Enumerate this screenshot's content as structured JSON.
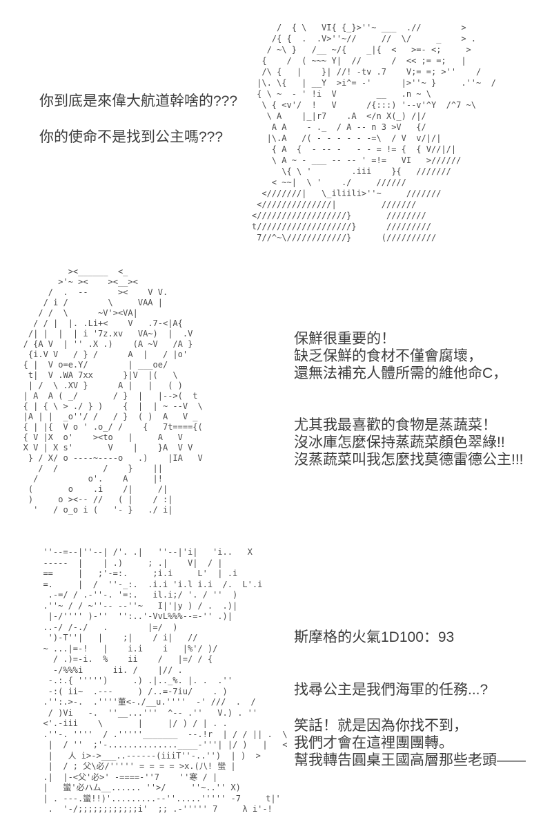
{
  "colors": {
    "background": "#ffffff",
    "dialogue_text": "#3d3d3d",
    "ascii_art": "#4a4a4a"
  },
  "dialogue": {
    "top_left": {
      "lines": [
        "你到底是來偉大航道幹啥的???",
        "你的使命不是找到公主嗎???"
      ]
    },
    "freshness": {
      "lines": [
        "保鮮很重要的！",
        "缺乏保鮮的食材不僅會腐壞，",
        "還無法補充人體所需的維他命C，"
      ]
    },
    "veggie": {
      "lines": [
        "尤其我最喜歡的食物是蒸蔬菜！",
        "沒冰庫怎麼保持蒸蔬菜顏色翠綠!!",
        "沒蒸蔬菜叫我怎麼找莫德雷德公主!!!"
      ]
    },
    "dice_roll": "斯摩格的火氣1D100：93",
    "question": "找尋公主是我們海軍的任務...?",
    "reply": {
      "lines": [
        "笑話！就是因為你找不到，",
        "我們才會在這裡團團轉。",
        "幫我轉告圓桌王國高層那些老頭——"
      ]
    }
  },
  "ascii_art": {
    "smoker": {
      "lines": [
        "         /  { \\   VI{ {_}>''~ ___  .//        >",
        "        /{ {  .  .V>''~//     //  \\/     _    > .",
        "       / ~\\ }   /__ ~/{    _|{  <   >=- <;     >",
        "      {    /  ( ~~~ Y|  //      /  << ;= =;   |",
        "      /\\ {   |    }| //! -tv .7    V;= =; >''    /",
        "     |\\. \\{   | __Y  >i^= -'      |>''~ }     .''~  /",
        "     { \\ ~  - ' !i  V        __   .n ~ \\",
        "      \\ { <v'/  !   V      /{:::) '--v'^Y  /^7 ~\\",
        "       \\ A    |_|r7    .A  </n X(_) /|/",
        "        A A    - ._  / A -- n 3 >V   {/",
        "       |\\.A   /( - - - - - -=\\  / V  v/|/|",
        "        { A  {  - -- -   - - = != {  { V//|/|",
        "        \\ A ~ - ___ -- -- ' =!=   VI   >//////",
        "          \\{ \\ '        .iii    }{   ///////",
        "        < ~~|  \\ '    ./     //////",
        "      <///////|   \\_iliili>''~     ///////",
        "     <//////////////|         ///////",
        "    <//////////////////}       ////////",
        "    t///////////////////}      /////////",
        "     7//^~\\////////////}      (//////////"
      ]
    },
    "princess": {
      "lines": [
        "            ><______  <_",
        "          >'~ ><    ><__><",
        "        /  .  --      ><    V V.",
        "       / i /        \\     VAA |",
        "      / /  \\      ~V'><VA|",
        "     / / |  |. .Li+<    V   .7-<|A{",
        "    /| |  |  | i '7z.xv   VA~)  |  .V",
        "   / {A V  | '' .X .)    (A ~V   /A }",
        "    {i.V V   / } /      A  |   / |o'",
        "   { |  V o=e.Y/        | ___oe/",
        "    t|  V .WA 7xx      }|V  |(   \\",
        "    | /  \\ .XV }      A |   |   ( )",
        "   | A  A ( _/       / }  |   |-->(  t",
        "   { | { \\ > ./ } )    {  |  | ~ --V  \\",
        "   |A | |  _o''/ /   / }  ( )  A   V _",
        "   { | |{  V o ' .o_/ /    {   7t===={(",
        "   { V |X  o'    ><to   |     A   V",
        "   X V | X s'       V    |    }A  V V",
        "    } / X/ o ----~----o   .)    |IA   V",
        "      /  /         /    }    ||",
        "     /          o'.    A     |!",
        "    (       o    .i    /|     /|",
        "    )     o ><-- //   ( |    / :|",
        "     '   / o_o i (   '- }   ./ i|"
      ]
    },
    "bottom": {
      "lines": [
        "  ''--=--|''--| /'. .|   ''--|'i|   'i..   X",
        "  -----  |    | .)     ; .|    V|  / |",
        "  ==     |   ;'-=:.     ;i.i     L'  | .i",
        "  =.     |  /  ''-_:.  .i.i 'i.l i.i  /.  L'.i",
        "   .-=/ / .-''-. '=:.   il.i;/ '. / ''  )",
        "  .''~ / / ~''-- --''~   I|'|y ) / .  .)|",
        "   |-/'''' )-''  '':..'-VvL%%%--=-'' .)|",
        "  ..-/ /-./   .        |=/  )",
        "   ')-T''|   |    ;|    / i|   //",
        "  ~ ...|=-!   |    i.i    i   |%'/ )/",
        "    / .)=-i.  %    ii    /   |=/ / {",
        "    -/%%%i      ii. /    |// .",
        "   -.:.{ ''''')     .) .|.._%. |. .  .''",
        "   -:( ii~  .---     ) /..=-7iu/    . )",
        "  .'':.>-.  .''''董<-./__u.''''  -' ///  .  /",
        "   / )Vi   -.  ''__...'''  ^-- .''   V.) . ''",
        "  <'.-iii    \\       |     |/ ) / | . .",
        "  .''-. ''''  / .'''''_______  --.!r  | / / || .  \\",
        "   |  / ''  ;'-..............____-'''| |/ )   |   <",
        "   |   人 i>->___..------(iiiT''-..'')  | )  >",
        "   |  / ; 父\\必/''''' = = = = >x.(八! 蠻 |",
        "  .|  |-<父'必>' -====-''7    ''寒 / |",
        "  |   蠻'必ハム__...... ''>/     ''~..'' X)",
        "  | . ---.蠻!!)'.........--''.....''''' -7     t|'",
        "   .  '-/;;;;;;;;;;;;i'  ;; .-''''' 7     λ i'-!"
      ]
    }
  }
}
